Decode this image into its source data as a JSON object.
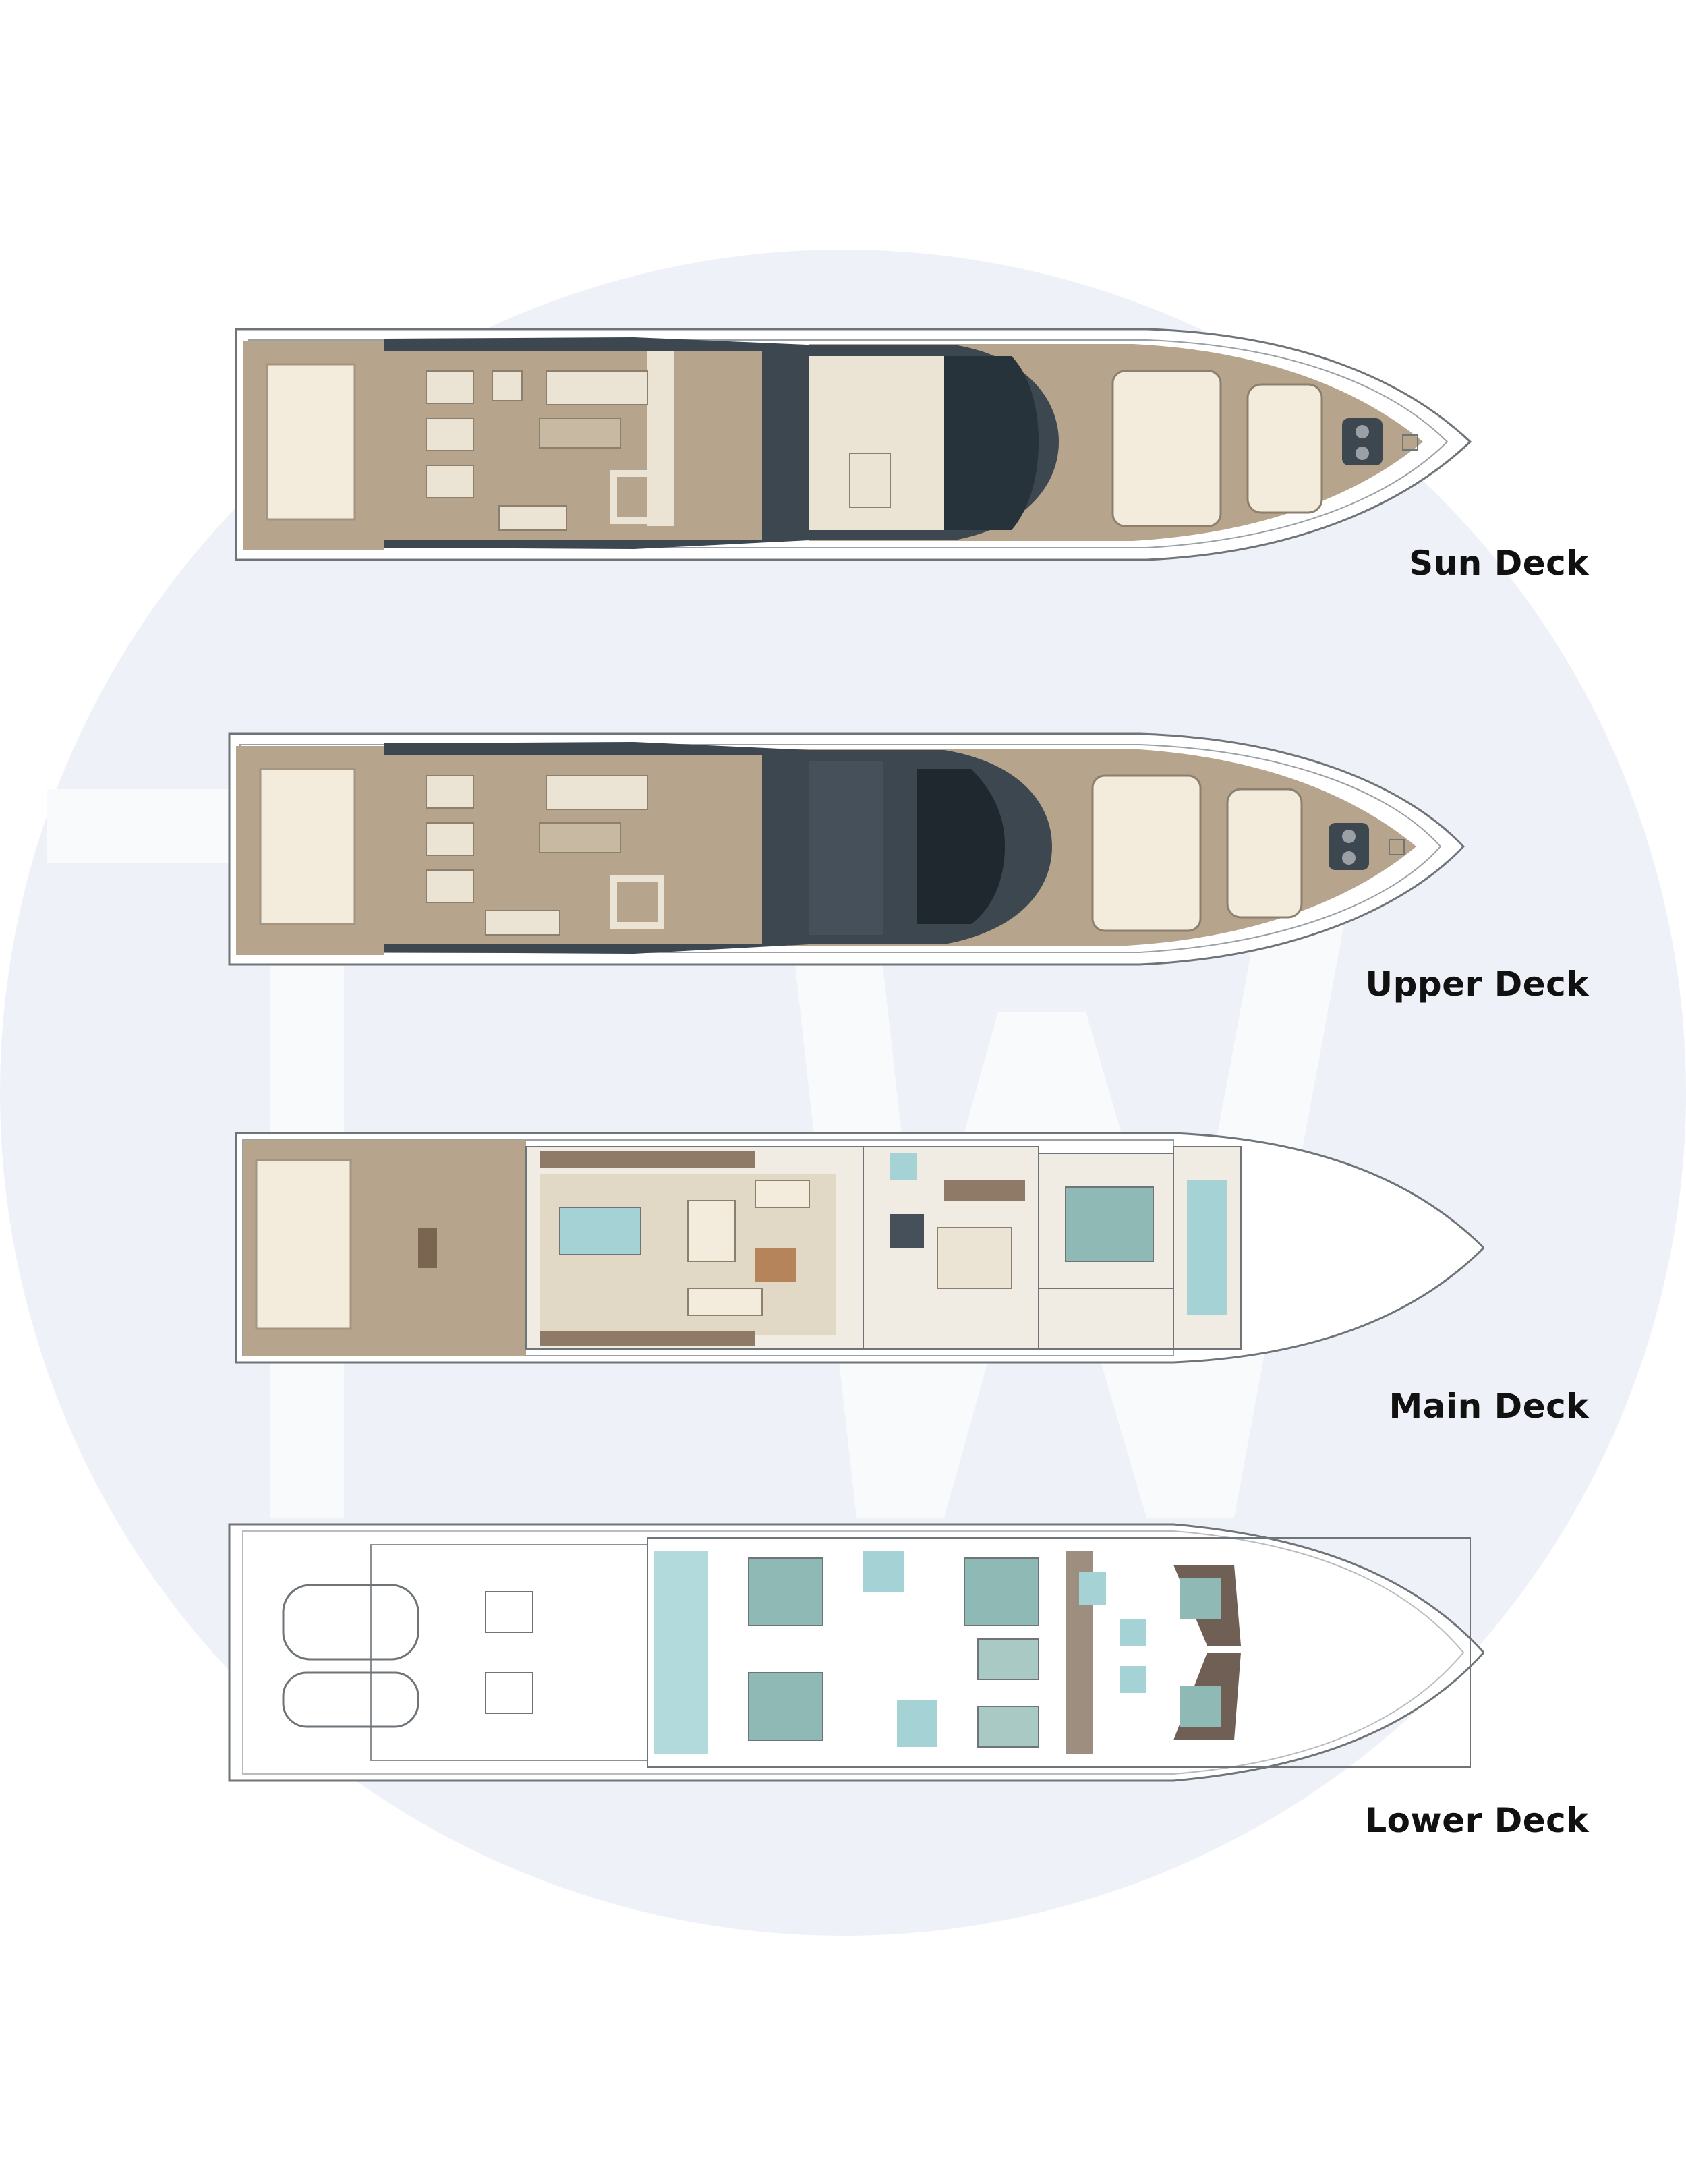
{
  "decks": [
    {
      "id": "sun",
      "label": "Sun Deck"
    },
    {
      "id": "upper",
      "label": "Upper Deck"
    },
    {
      "id": "main",
      "label": "Main Deck"
    },
    {
      "id": "lower",
      "label": "Lower Deck"
    }
  ],
  "colors": {
    "background": "#ffffff",
    "watermark_circle": "#eef2f8",
    "watermark_letters": "#f8fafc",
    "teak": "#b6a48d",
    "cream": "#ebe3d3",
    "dark_glass": "#26333a",
    "slate": "#3d4750",
    "aqua": "#a5d2d5",
    "bed": "#8fb9b5",
    "floor": "#f0ece4",
    "hull_line": "#6e7478"
  }
}
